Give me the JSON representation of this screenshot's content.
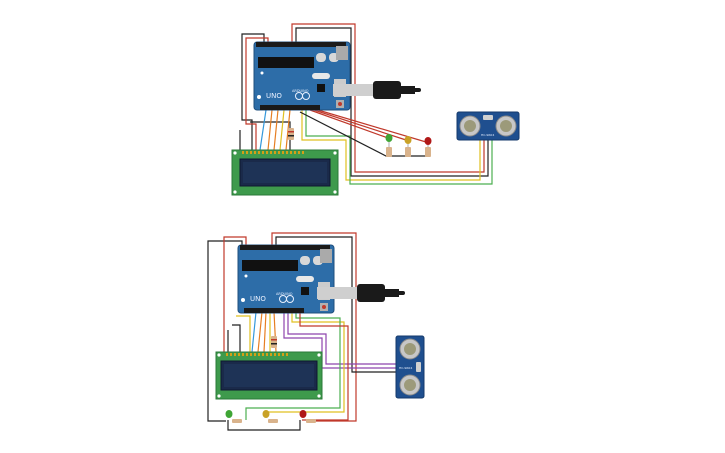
{
  "diagram": {
    "circuits": [
      {
        "board": {
          "logo": "UNO",
          "brand": "ARDUINO"
        },
        "sensor": {
          "label": "HC-SR04",
          "orientation": "horizontal"
        },
        "leds": [
          {
            "name": "green",
            "color": "#3fa535"
          },
          {
            "name": "yellow",
            "color": "#c9a227"
          },
          {
            "name": "red",
            "color": "#b01818"
          }
        ]
      },
      {
        "board": {
          "logo": "UNO",
          "brand": "ARDUINO"
        },
        "sensor": {
          "label": "HC-SR04",
          "orientation": "vertical"
        },
        "leds": [
          {
            "name": "green",
            "color": "#3fa535"
          },
          {
            "name": "yellow",
            "color": "#c9a227"
          },
          {
            "name": "red",
            "color": "#b01818"
          }
        ]
      }
    ],
    "colors": {
      "board": "#2d6da8",
      "board_dark": "#1f4f7d",
      "lcd_pcb": "#3e9a4c",
      "lcd_screen": "#1a2a4a",
      "sensor_pcb": "#1f4f8f",
      "wire_red": "#c0392b",
      "wire_black": "#222222",
      "wire_yellow": "#e0c020",
      "wire_green": "#4caf50",
      "wire_orange": "#e67e22",
      "wire_purple": "#8e44ad",
      "wire_blue": "#3498db",
      "usb_plug": "#1a1a1a",
      "usb_metal": "#cfcfcf"
    }
  }
}
